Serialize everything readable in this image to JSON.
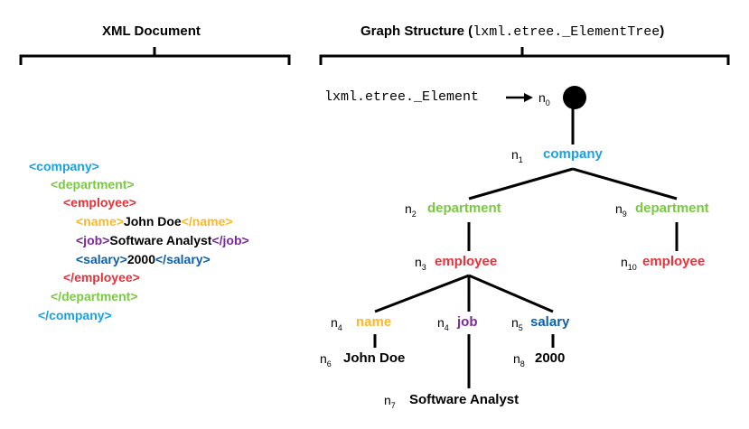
{
  "titles": {
    "left": "XML Document",
    "right_prefix": "Graph Structure (",
    "right_mono": "lxml.etree._ElementTree",
    "right_suffix": ")"
  },
  "colors": {
    "company": "#1ba1e2",
    "department": "#7ac943",
    "employee": "#e5323b",
    "name": "#fbb829",
    "job": "#7a2a9a",
    "salary": "#0b5fb0",
    "text": "#000000"
  },
  "xml": {
    "lines": [
      {
        "open": "<company>",
        "text": "",
        "close": "",
        "tag": "company"
      },
      {
        "open": "<department>",
        "text": "",
        "close": "",
        "tag": "department"
      },
      {
        "open": "<employee>",
        "text": "",
        "close": "",
        "tag": "employee"
      },
      {
        "open": "<name>",
        "text": "John Doe",
        "close": "</name>",
        "tag": "name"
      },
      {
        "open": "<job>",
        "text": "Software Analyst",
        "close": "</job>",
        "tag": "job"
      },
      {
        "open": "<salary>",
        "text": "2000",
        "close": "</salary>",
        "tag": "salary"
      },
      {
        "open": "</employee>",
        "text": "",
        "close": "",
        "tag": "employee"
      },
      {
        "open": "</department>",
        "text": "",
        "close": "",
        "tag": "department"
      },
      {
        "open": "</company>",
        "text": "",
        "close": "",
        "tag": "company"
      }
    ]
  },
  "graph": {
    "root_type": "lxml.etree._Element",
    "nodes": {
      "n0": {
        "id": "n",
        "sub": "0",
        "label": ""
      },
      "n1": {
        "id": "n",
        "sub": "1",
        "label": "company"
      },
      "n2": {
        "id": "n",
        "sub": "2",
        "label": "department"
      },
      "n9": {
        "id": "n",
        "sub": "9",
        "label": "department"
      },
      "n3": {
        "id": "n",
        "sub": "3",
        "label": "employee"
      },
      "n10": {
        "id": "n",
        "sub": "10",
        "label": "employee"
      },
      "n4a": {
        "id": "n",
        "sub": "4",
        "label": "name"
      },
      "n4b": {
        "id": "n",
        "sub": "4",
        "label": "job"
      },
      "n5": {
        "id": "n",
        "sub": "5",
        "label": "salary"
      },
      "n6": {
        "id": "n",
        "sub": "6",
        "label": "John Doe"
      },
      "n7": {
        "id": "n",
        "sub": "7",
        "label": "Software Analyst"
      },
      "n8": {
        "id": "n",
        "sub": "8",
        "label": "2000"
      }
    }
  }
}
